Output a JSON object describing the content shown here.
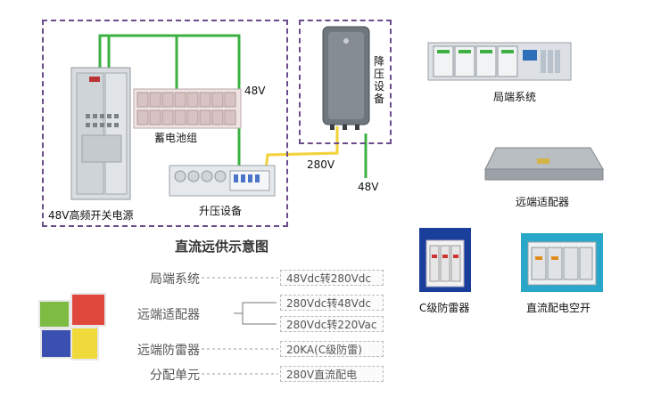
{
  "diagram": {
    "title": "直流远供示意图",
    "nodes": {
      "power_supply": "48V高频开关电源",
      "battery": "蓄电池组",
      "boost": "升压设备",
      "buck": "降压设备"
    },
    "wires": {
      "v48_top": "48V",
      "v280": "280V",
      "v48_out": "48V"
    },
    "products": {
      "local_system": "局端系统",
      "remote_adapter": "远端适配器",
      "c_arrester": "C级防雷器",
      "dc_breaker": "直流配电空开"
    },
    "legend": [
      {
        "name": "局端系统",
        "value": "48Vdc转280Vdc"
      },
      {
        "name": "远端适配器",
        "value": "280Vdc转48Vdc"
      },
      {
        "name": "",
        "value": "280Vdc转220Vac"
      },
      {
        "name": "远端防雷器",
        "value": "20KA(C级防雷)"
      },
      {
        "name": "分配单元",
        "value": "280V直流配电"
      }
    ]
  }
}
